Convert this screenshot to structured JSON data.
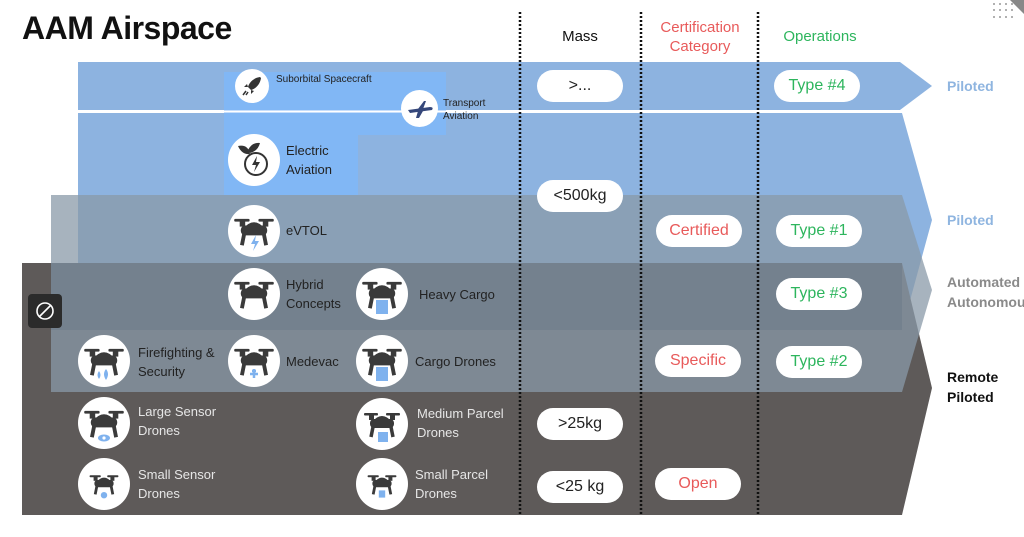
{
  "title": "AAM Airspace",
  "columns": {
    "mass": "Mass",
    "certification": "Certification Category",
    "operations": "Operations"
  },
  "mass_pills": [
    ">...",
    "<500kg",
    ">25kg",
    "<25 kg"
  ],
  "cert_pills": [
    "Certified",
    "Specific",
    "Open"
  ],
  "ops_pills": [
    "Type #4",
    "Type #1",
    "Type #3",
    "Type #2"
  ],
  "side_labels": {
    "piloted_top": "Piloted",
    "piloted_mid": "Piloted",
    "automated": "Automated",
    "autonomous": "Autonomous",
    "remote": "Remote",
    "remote_piloted": "Piloted"
  },
  "vehicles": {
    "suborbital": "Suborbital Spacecraft",
    "transport": "Transport Aviation",
    "electric": "Electric Aviation",
    "evtol": "eVTOL",
    "hybrid": "Hybrid Concepts",
    "heavy_cargo": "Heavy Cargo",
    "firefighting": "Firefighting & Security",
    "medevac": "Medevac",
    "cargo_drones": "Cargo Drones",
    "large_sensor": "Large Sensor Drones",
    "medium_parcel": "Medium Parcel Drones",
    "small_sensor": "Small Sensor Drones",
    "small_parcel": "Small Parcel Drones"
  },
  "colors": {
    "piloted": "#8fb5e0",
    "cert": "#e85a5a",
    "ops": "#2db55d",
    "dark_band": "#5e5a59"
  }
}
